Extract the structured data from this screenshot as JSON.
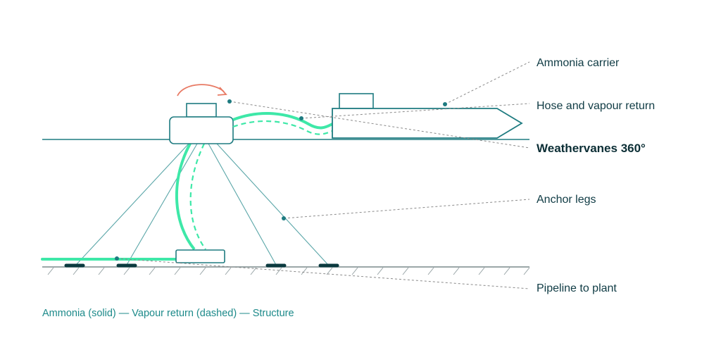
{
  "labels": {
    "ammonia_carrier": "Ammonia carrier",
    "hose": "Hose and vapour return",
    "weathervanes": "Weathervanes 360°",
    "anchor_legs": "Anchor legs",
    "pipeline": "Pipeline to plant"
  },
  "legend": "Ammonia (solid) — Vapour return (dashed) — Structure",
  "colors": {
    "structure": "#1e7b80",
    "ammonia": "#3ee8a8",
    "anchor": "#0b3a3f",
    "rotation_arrow": "#e87a64",
    "leader": "#8a8a8a",
    "text": "#0f3b44",
    "legend_text": "#1d8a8a"
  }
}
